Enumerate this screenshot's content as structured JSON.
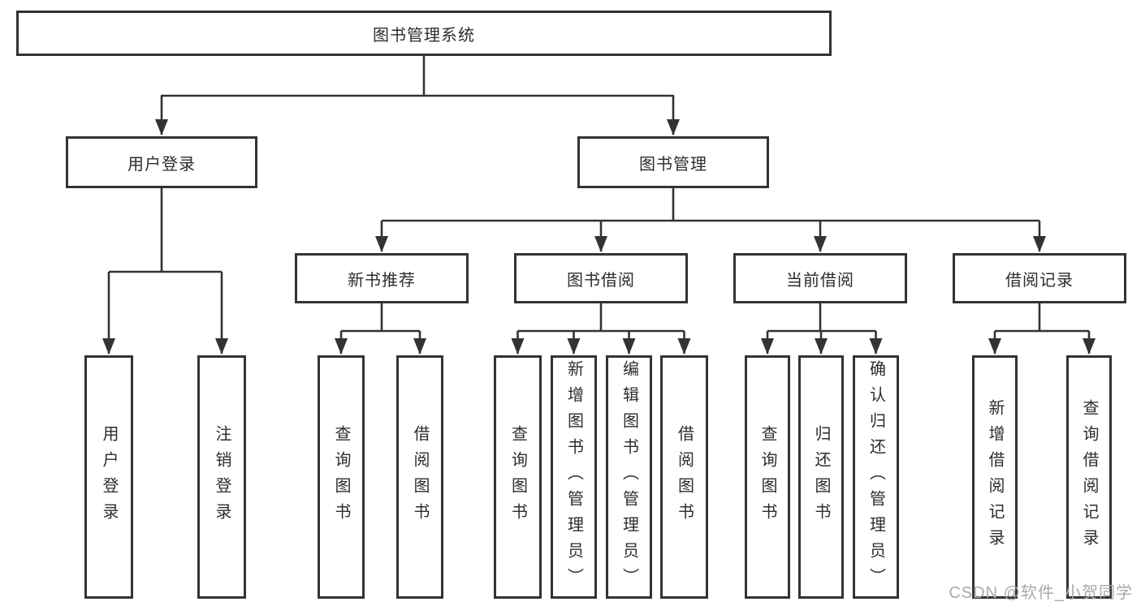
{
  "diagram": {
    "type": "hierarchy-tree",
    "orientation": "top-down",
    "colors": {
      "line": "#333333",
      "box_border": "#333333",
      "box_fill": "#ffffff",
      "text": "#2d2d2d",
      "watermark": "#a9a9ad",
      "background": "#ffffff"
    }
  },
  "tree": {
    "label": "图书管理系统",
    "children": [
      {
        "label": "用户登录",
        "children": [
          {
            "label": "用户登录"
          },
          {
            "label": "注销登录"
          }
        ]
      },
      {
        "label": "图书管理",
        "children": [
          {
            "label": "新书推荐",
            "children": [
              {
                "label": "查询图书"
              },
              {
                "label": "借阅图书"
              }
            ]
          },
          {
            "label": "图书借阅",
            "children": [
              {
                "label": "查询图书"
              },
              {
                "label": "新增图书（管理员）"
              },
              {
                "label": "编辑图书（管理员）"
              },
              {
                "label": "借阅图书"
              }
            ]
          },
          {
            "label": "当前借阅",
            "children": [
              {
                "label": "查询图书"
              },
              {
                "label": "归还图书"
              },
              {
                "label": "确认归还（管理员）"
              }
            ]
          },
          {
            "label": "借阅记录",
            "children": [
              {
                "label": "新增借阅记录"
              },
              {
                "label": "查询借阅记录"
              }
            ]
          }
        ]
      }
    ]
  },
  "watermark": {
    "text": "CSDN @软件_小贺同学"
  }
}
